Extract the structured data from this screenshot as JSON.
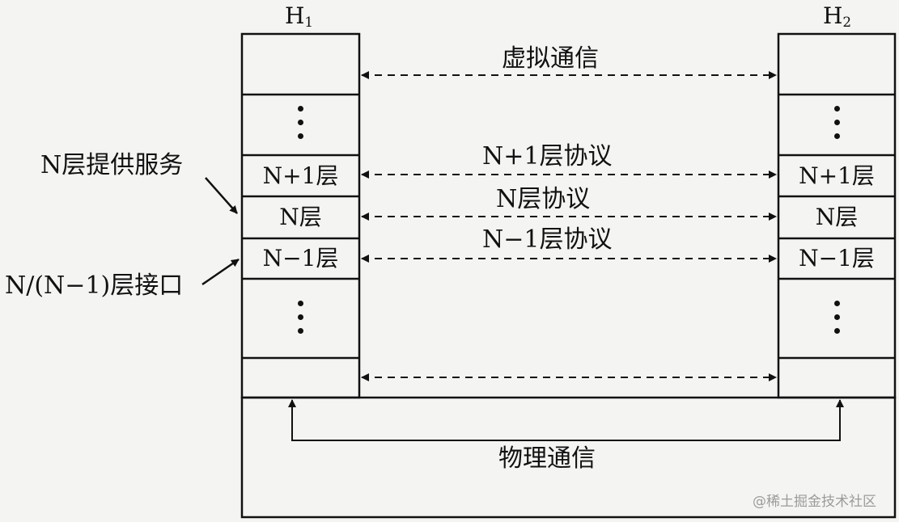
{
  "hosts": {
    "h1": "H",
    "h1_sub": "1",
    "h2": "H",
    "h2_sub": "2"
  },
  "layers": {
    "n_plus_1": "N+1层",
    "n": "N层",
    "n_minus_1": "N−1层",
    "ellipsis": "⋮"
  },
  "protocols": {
    "virtual": "虚拟通信",
    "n_plus_1": "N+1层协议",
    "n": "N层协议",
    "n_minus_1": "N−1层协议",
    "physical": "物理通信"
  },
  "annotations": {
    "service": "N层提供服务",
    "interface": "N/(N−1)层接口"
  },
  "watermark": "@稀土掘金技术社区",
  "colors": {
    "background": "#f4f4f2",
    "line": "#111111",
    "watermark": "#9b9b9b"
  }
}
